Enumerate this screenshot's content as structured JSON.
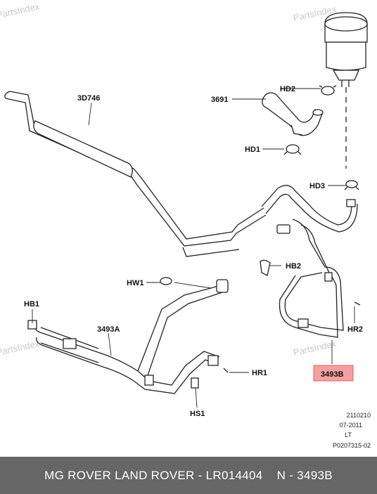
{
  "watermark": "PartsIndex",
  "part_labels": {
    "p3d746": "3D746",
    "p3691": "3691",
    "hd2": "HD2",
    "hd1": "HD1",
    "hd3": "HD3",
    "hb2": "HB2",
    "hw1": "HW1",
    "hb1": "HB1",
    "p3493a": "3493A",
    "hr1": "HR1",
    "hr2": "HR2",
    "hs1": "HS1",
    "p3493b": "3493B"
  },
  "highlight_color": "#f5a0a0",
  "meta": {
    "line1": "2110210",
    "line2": "07-2011",
    "line3": "LT",
    "line4": "P0207315-02"
  },
  "footer": {
    "left": "MG ROVER LAND ROVER - LR014404",
    "right": "N - 3493B"
  }
}
